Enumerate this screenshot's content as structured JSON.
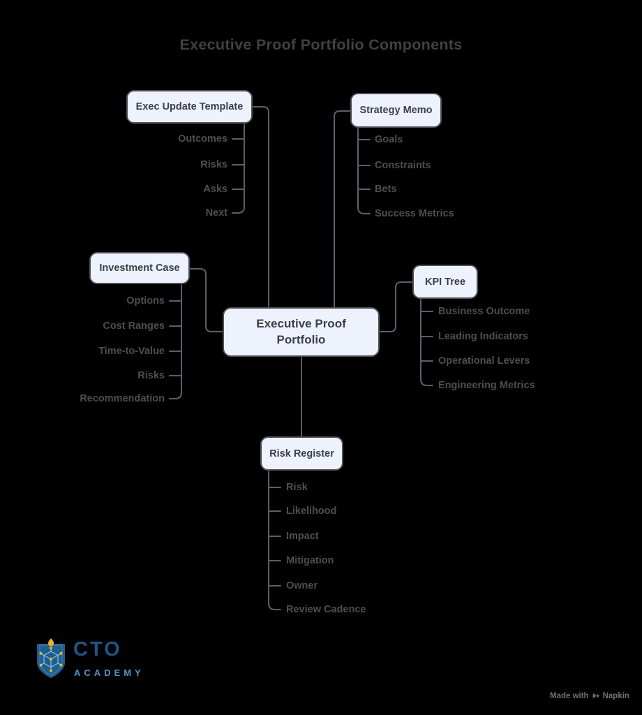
{
  "title": "Executive Proof Portfolio Components",
  "center_node": {
    "label": "Executive Proof Portfolio"
  },
  "branches": {
    "exec_update": {
      "label": "Exec Update Template",
      "items": [
        "Outcomes",
        "Risks",
        "Asks",
        "Next"
      ]
    },
    "strategy_memo": {
      "label": "Strategy Memo",
      "items": [
        "Goals",
        "Constraints",
        "Bets",
        "Success Metrics"
      ]
    },
    "investment_case": {
      "label": "Investment Case",
      "items": [
        "Options",
        "Cost Ranges",
        "Time-to-Value",
        "Risks",
        "Recommendation"
      ]
    },
    "kpi_tree": {
      "label": "KPI Tree",
      "items": [
        "Business Outcome",
        "Leading Indicators",
        "Operational Levers",
        "Engineering Metrics"
      ]
    },
    "risk_register": {
      "label": "Risk Register",
      "items": [
        "Risk",
        "Likelihood",
        "Impact",
        "Mitigation",
        "Owner",
        "Review Cadence"
      ]
    }
  },
  "logo": {
    "name": "CTO",
    "subtitle": "ACADEMY"
  },
  "footer": {
    "made_with": "Made with",
    "brand": "Napkin"
  },
  "colors": {
    "background": "#000000",
    "node_fill": "#eef2fd",
    "node_border": "#4d5157",
    "connector": "#5c6065",
    "node_text": "#3c4045",
    "item_text": "#4b4e53",
    "title_text": "#3e4145",
    "logo_primary": "#1a568a",
    "logo_secondary": "#4598d2",
    "logo_shield": "#1d5f91",
    "logo_accent": "#f2b31a",
    "footer_text": "#6e7175"
  }
}
